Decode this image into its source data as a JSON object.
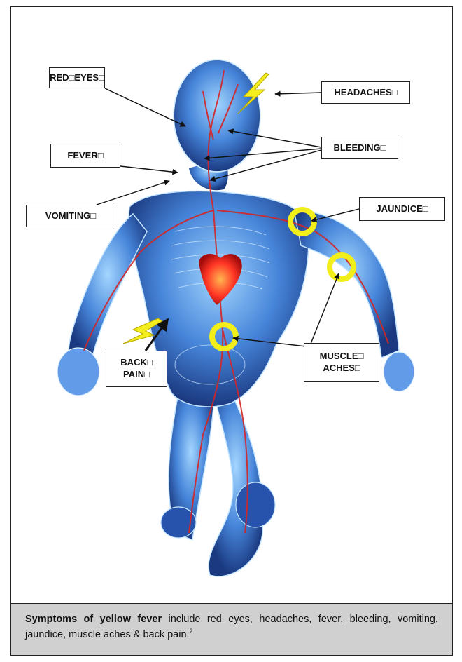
{
  "labels": {
    "red_eyes": "RED□EYES□",
    "headaches": "HEADACHES□",
    "fever": "FEVER□",
    "bleeding": "BLEEDING□",
    "vomiting": "VOMITING□",
    "jaundice": "JAUNDICE□",
    "back_line1": "BACK□",
    "back_line2": "PAIN□",
    "muscle_line1": "MUSCLE□",
    "muscle_line2": "ACHES□"
  },
  "caption": {
    "bold": "Symptoms of yellow fever",
    "text": " include red eyes, headaches, fever, bleeding, vomiting, jaundice, muscle aches & back pain.",
    "footnote": "2"
  },
  "colors": {
    "body_blue": "#2a5fc0",
    "vessel_red": "#d21a1a",
    "marker_yellow": "#f2ee1a",
    "caption_bg": "#d0d0d0"
  }
}
